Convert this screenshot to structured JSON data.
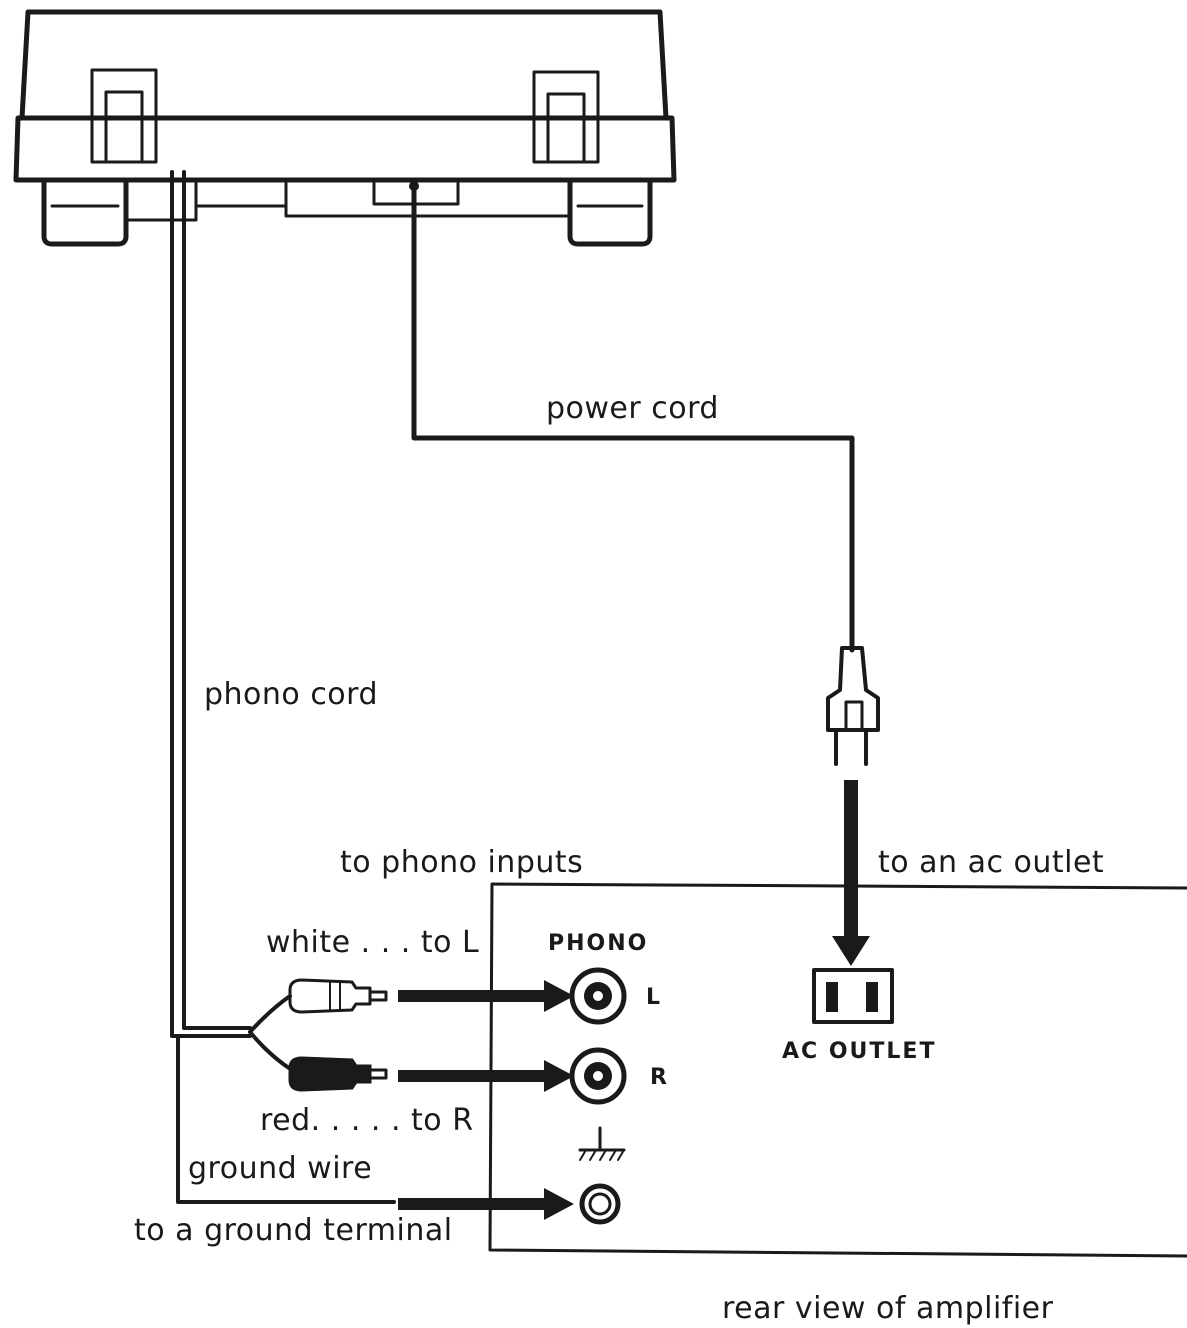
{
  "labels": {
    "power_cord": "power cord",
    "phono_cord": "phono cord",
    "to_phono_inputs": "to phono inputs",
    "to_ac_outlet": "to an ac outlet",
    "white_to_l": "white . . . to L",
    "red_to_r": "red. . . . . to R",
    "ground_wire": "ground wire",
    "to_ground_terminal": "to a ground terminal",
    "rear_view": "rear view of amplifier"
  },
  "amplifier": {
    "phono_label": "PHONO",
    "jack_l": "L",
    "jack_r": "R",
    "ac_outlet_label": "AC OUTLET"
  },
  "colors": {
    "line": "#1a1a1a",
    "background": "#ffffff"
  },
  "icons": {
    "ground_symbol": "ground-symbol-icon",
    "ac_plug": "ac-plug-icon",
    "rca_plug_white": "rca-plug-white-icon",
    "rca_plug_red": "rca-plug-red-icon"
  }
}
